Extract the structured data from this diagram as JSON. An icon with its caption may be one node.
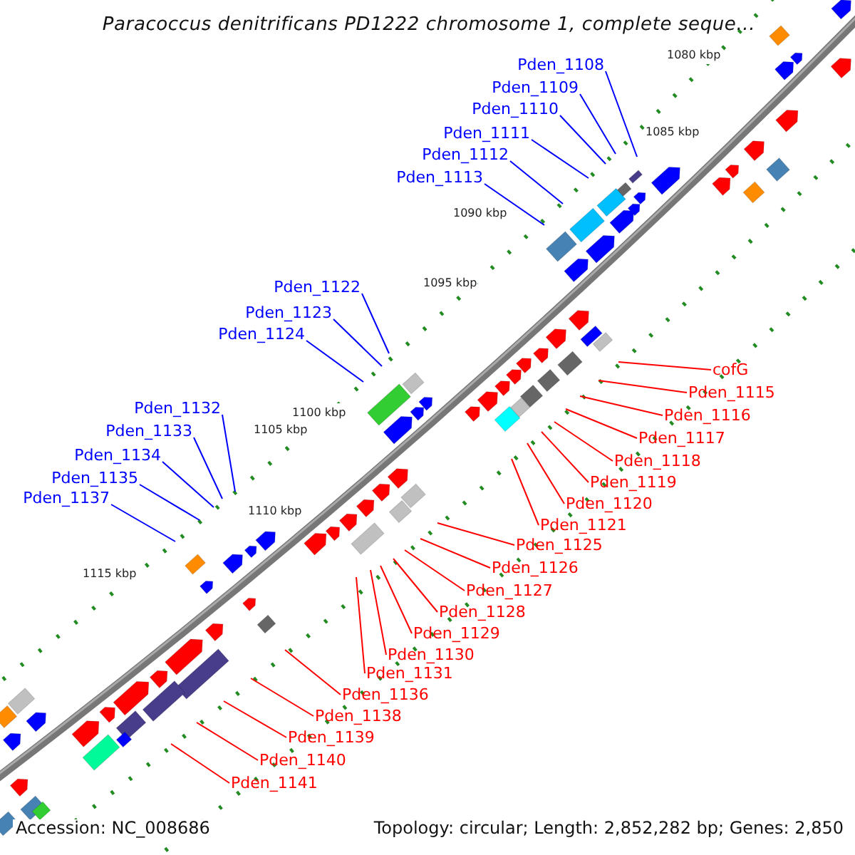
{
  "diagram": {
    "title": "Paracoccus denitrificans PD1222 chromosome 1, complete seque...",
    "nodes": [
      {
        "text": [
          "Pden_1108"
        ]
      },
      {
        "text": [
          "Pden_1109"
        ]
      },
      {
        "text": [
          "Pden_1110"
        ]
      },
      {
        "text": [
          "Pden_1111"
        ]
      },
      {
        "text": [
          "Pden_1112"
        ]
      },
      {
        "text": [
          "Pden_1113"
        ]
      },
      {
        "text": [
          "Pden_1122"
        ]
      },
      {
        "text": [
          "Pden_1123"
        ]
      },
      {
        "text": [
          "Pden_1124"
        ]
      },
      {
        "text": [
          "Pden_1132"
        ]
      },
      {
        "text": [
          "Pden_1133"
        ]
      },
      {
        "text": [
          "Pden_1134"
        ]
      },
      {
        "text": [
          "Pden_1135"
        ]
      },
      {
        "text": [
          "Pden_1137"
        ]
      },
      {
        "text": [
          "cofG"
        ]
      },
      {
        "text": [
          "Pden_1115"
        ]
      },
      {
        "text": [
          "Pden_1116"
        ]
      },
      {
        "text": [
          "Pden_1117"
        ]
      },
      {
        "text": [
          "Pden_1118"
        ]
      },
      {
        "text": [
          "Pden_1119"
        ]
      },
      {
        "text": [
          "Pden_1120"
        ]
      },
      {
        "text": [
          "Pden_1121"
        ]
      },
      {
        "text": [
          "Pden_1125"
        ]
      },
      {
        "text": [
          "Pden_1126"
        ]
      },
      {
        "text": [
          "Pden_1127"
        ]
      },
      {
        "text": [
          "Pden_1128"
        ]
      },
      {
        "text": [
          "Pden_1129"
        ]
      },
      {
        "text": [
          "Pden_1130"
        ]
      },
      {
        "text": [
          "Pden_1131"
        ]
      },
      {
        "text": [
          "Pden_1136"
        ]
      },
      {
        "text": [
          "Pden_1138"
        ]
      },
      {
        "text": [
          "Pden_1139"
        ]
      },
      {
        "text": [
          "Pden_1140"
        ]
      },
      {
        "text": [
          "Pden_1141"
        ]
      }
    ],
    "edges": [
      {
        "from": 0,
        "to": null,
        "arrow": "none",
        "color": "#0000ff"
      },
      {
        "from": 1,
        "to": null,
        "arrow": "none",
        "color": "#0000ff"
      },
      {
        "from": 2,
        "to": null,
        "arrow": "none",
        "color": "#0000ff"
      },
      {
        "from": 3,
        "to": null,
        "arrow": "none",
        "color": "#0000ff"
      },
      {
        "from": 4,
        "to": null,
        "arrow": "none",
        "color": "#0000ff"
      },
      {
        "from": 5,
        "to": null,
        "arrow": "none",
        "color": "#0000ff"
      },
      {
        "from": 6,
        "to": null,
        "arrow": "none",
        "color": "#0000ff"
      },
      {
        "from": 7,
        "to": null,
        "arrow": "none",
        "color": "#0000ff"
      },
      {
        "from": 8,
        "to": null,
        "arrow": "none",
        "color": "#0000ff"
      },
      {
        "from": 9,
        "to": null,
        "arrow": "none",
        "color": "#0000ff"
      },
      {
        "from": 10,
        "to": null,
        "arrow": "none",
        "color": "#0000ff"
      },
      {
        "from": 11,
        "to": null,
        "arrow": "none",
        "color": "#0000ff"
      },
      {
        "from": 12,
        "to": null,
        "arrow": "none",
        "color": "#0000ff"
      },
      {
        "from": 13,
        "to": null,
        "arrow": "none",
        "color": "#0000ff"
      },
      {
        "from": 14,
        "to": null,
        "arrow": "none",
        "color": "#ff0000"
      },
      {
        "from": 15,
        "to": null,
        "arrow": "none",
        "color": "#ff0000"
      },
      {
        "from": 16,
        "to": null,
        "arrow": "none",
        "color": "#ff0000"
      },
      {
        "from": 17,
        "to": null,
        "arrow": "none",
        "color": "#ff0000"
      },
      {
        "from": 18,
        "to": null,
        "arrow": "none",
        "color": "#ff0000"
      },
      {
        "from": 19,
        "to": null,
        "arrow": "none",
        "color": "#ff0000"
      },
      {
        "from": 20,
        "to": null,
        "arrow": "none",
        "color": "#ff0000"
      },
      {
        "from": 21,
        "to": null,
        "arrow": "none",
        "color": "#ff0000"
      },
      {
        "from": 22,
        "to": null,
        "arrow": "none",
        "color": "#ff0000"
      },
      {
        "from": 23,
        "to": null,
        "arrow": "none",
        "color": "#ff0000"
      },
      {
        "from": 24,
        "to": null,
        "arrow": "none",
        "color": "#ff0000"
      },
      {
        "from": 25,
        "to": null,
        "arrow": "none",
        "color": "#ff0000"
      },
      {
        "from": 26,
        "to": null,
        "arrow": "none",
        "color": "#ff0000"
      },
      {
        "from": 27,
        "to": null,
        "arrow": "none",
        "color": "#ff0000"
      },
      {
        "from": 28,
        "to": null,
        "arrow": "none",
        "color": "#ff0000"
      },
      {
        "from": 29,
        "to": null,
        "arrow": "none",
        "color": "#ff0000"
      },
      {
        "from": 30,
        "to": null,
        "arrow": "none",
        "color": "#ff0000"
      },
      {
        "from": 31,
        "to": null,
        "arrow": "none",
        "color": "#ff0000"
      },
      {
        "from": 32,
        "to": null,
        "arrow": "none",
        "color": "#ff0000"
      },
      {
        "from": 33,
        "to": null,
        "arrow": "none",
        "color": "#ff0000"
      }
    ],
    "labels": [
      "1080 kbp",
      "1085 kbp",
      "1090 kbp",
      "1095 kbp",
      "1100 kbp",
      "1105 kbp",
      "1110 kbp",
      "1115 kbp",
      "Accession: NC_008686",
      "Topology: circular; Length: 2,852,282 bp; Genes: 2,850"
    ]
  }
}
